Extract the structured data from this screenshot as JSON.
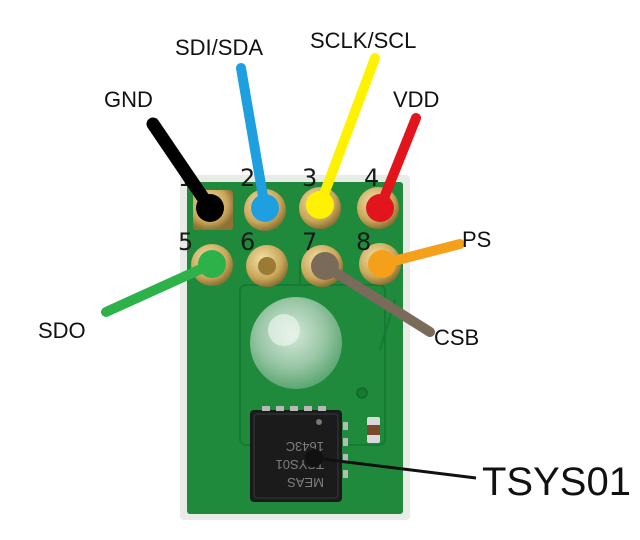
{
  "pins": [
    {
      "number": "1",
      "label": "GND",
      "color": "#000000"
    },
    {
      "number": "2",
      "label": "SDI/SDA",
      "color": "#1ea0e0"
    },
    {
      "number": "3",
      "label": "SCLK/SCL",
      "color": "#fff200"
    },
    {
      "number": "4",
      "label": "VDD",
      "color": "#e2141c"
    },
    {
      "number": "5",
      "label": "SDO",
      "color": "#2db24a"
    },
    {
      "number": "6",
      "label": "",
      "color": "#c9a040"
    },
    {
      "number": "7",
      "label": "CSB",
      "color": "#7a6a5a"
    },
    {
      "number": "8",
      "label": "PS",
      "color": "#f5a01a"
    }
  ],
  "chip": {
    "label": "TSYS01",
    "markings": [
      "MEAS",
      "TSYS01",
      "1643C"
    ]
  },
  "colors": {
    "pcb": "#1f8a3c",
    "pcb_dark": "#0f6a2a",
    "pad_gold": "#d2b269",
    "chip_body": "#1b1b1b"
  }
}
